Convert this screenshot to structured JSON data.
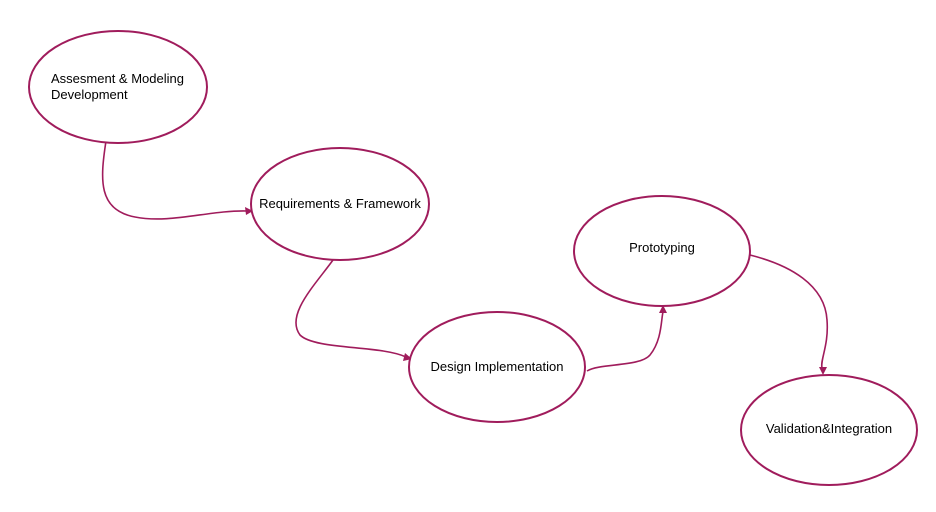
{
  "diagram": {
    "accent_color": "#a01c5c",
    "nodes": [
      {
        "id": "assessment",
        "lines": [
          "Assesment & Modeling",
          "Development"
        ]
      },
      {
        "id": "requirements",
        "lines": [
          "Requirements & Framework"
        ]
      },
      {
        "id": "design",
        "lines": [
          "Design Implementation"
        ]
      },
      {
        "id": "prototyping",
        "lines": [
          "Prototyping"
        ]
      },
      {
        "id": "validation",
        "lines": [
          "Validation&Integration"
        ]
      }
    ],
    "edges": [
      {
        "from": "assessment",
        "to": "requirements"
      },
      {
        "from": "requirements",
        "to": "design"
      },
      {
        "from": "design",
        "to": "prototyping"
      },
      {
        "from": "prototyping",
        "to": "validation"
      }
    ]
  }
}
